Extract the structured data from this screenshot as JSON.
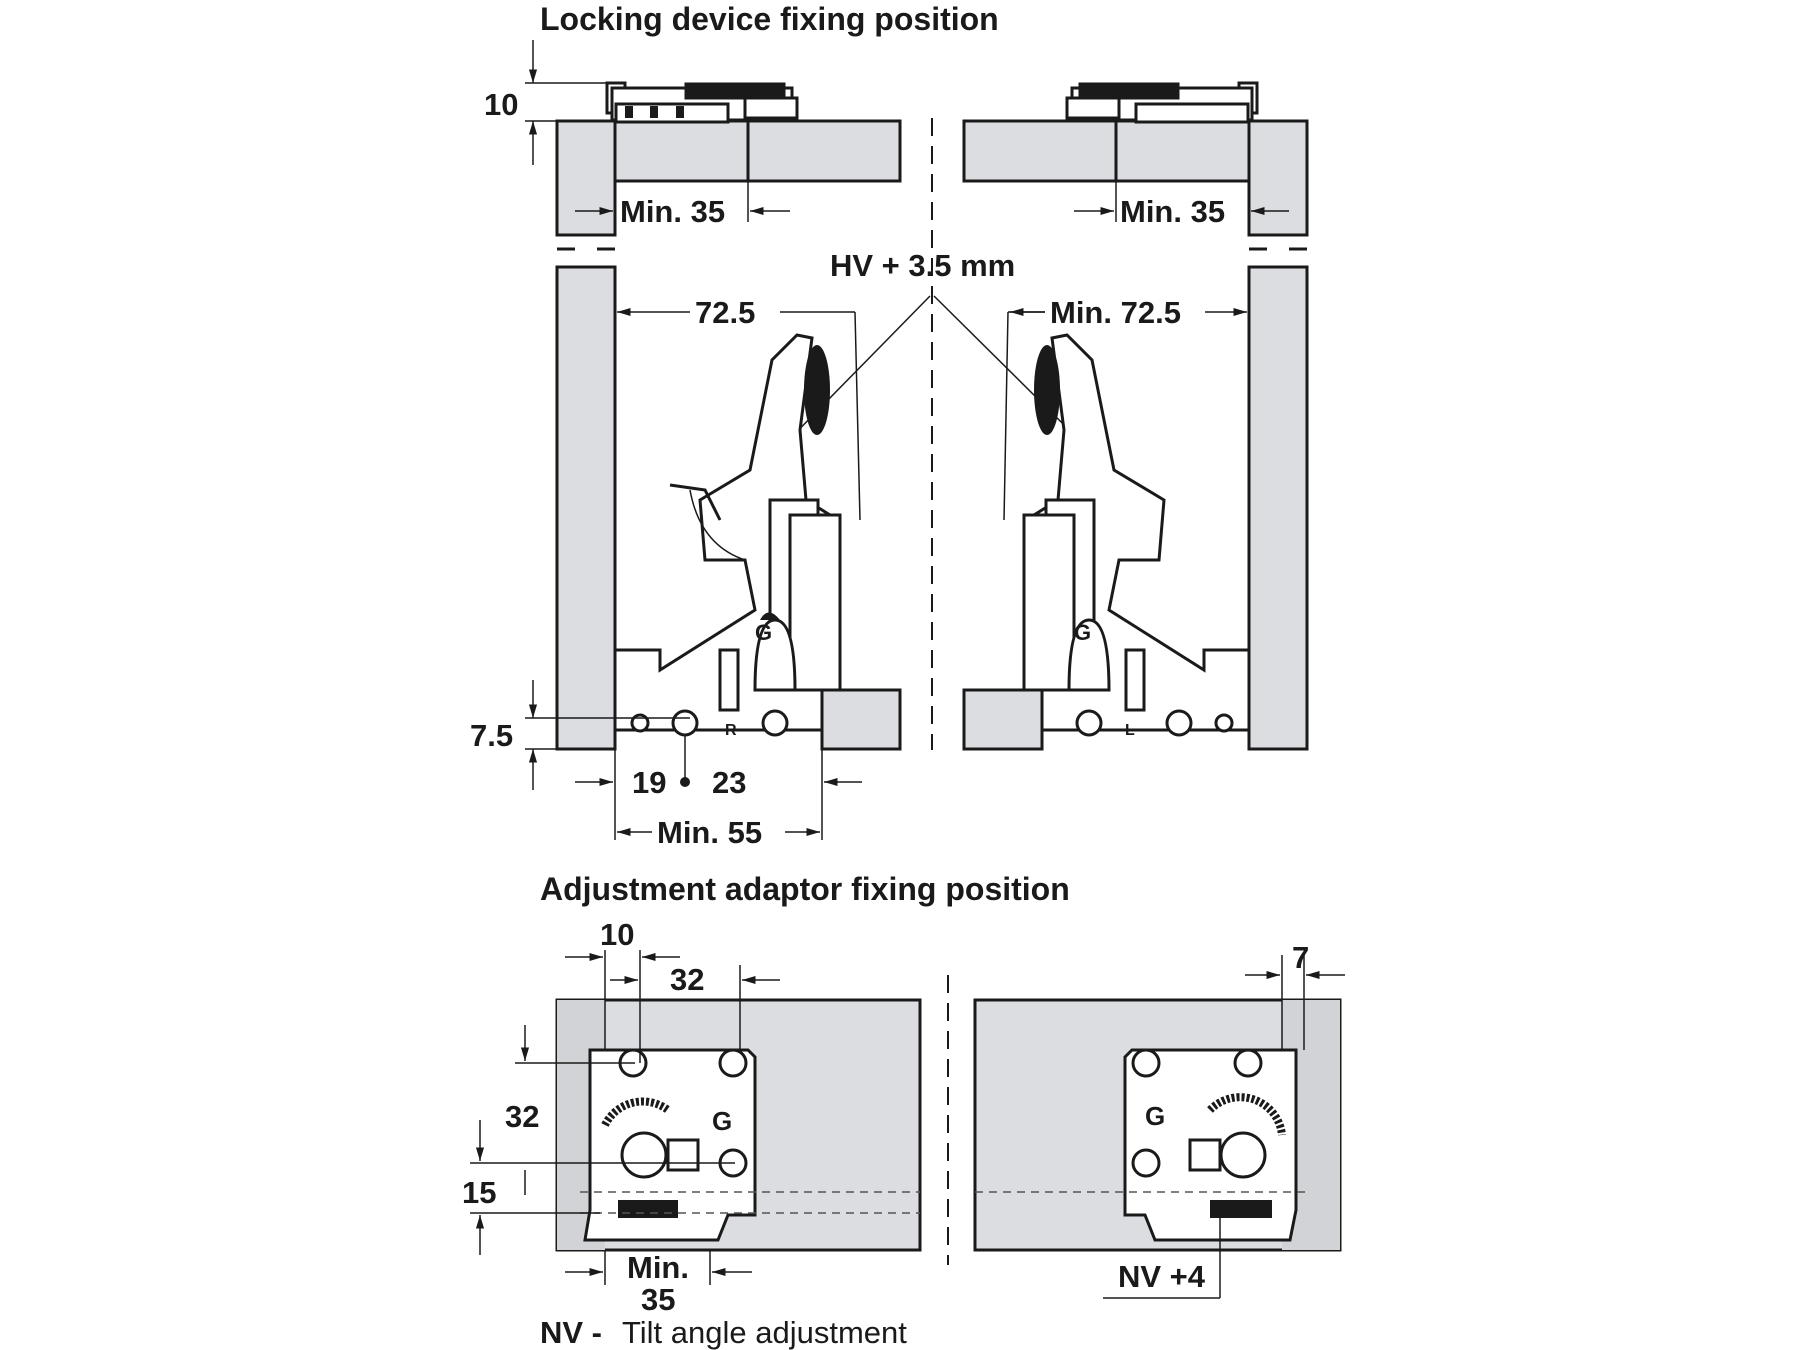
{
  "sections": {
    "locking_device": {
      "title": "Locking device fixing position",
      "top_view": {
        "dim_height": "10",
        "left_min": "Min. 35",
        "right_min": "Min. 35"
      },
      "front_view": {
        "hv_note": "HV + 3.5 mm",
        "left_width": "72.5",
        "right_width": "Min. 72.5",
        "dim_bottom_height": "7.5",
        "dim_hole_left": "19",
        "dim_hole_right": "23",
        "dim_min_width": "Min. 55",
        "left_mark": "R",
        "right_mark": "L"
      }
    },
    "adjustment_adaptor": {
      "title": "Adjustment adaptor fixing position",
      "left_view": {
        "dim_top_offset": "10",
        "dim_hole_spacing_h": "32",
        "dim_hole_spacing_v": "32",
        "dim_bottom": "15",
        "dim_min_label_line1": "Min.",
        "dim_min_label_line2": "35"
      },
      "right_view": {
        "dim_side": "7",
        "nv_label": "NV +4"
      }
    }
  },
  "legend": {
    "abbrev": "NV -",
    "description": "Tilt angle adjustment"
  }
}
